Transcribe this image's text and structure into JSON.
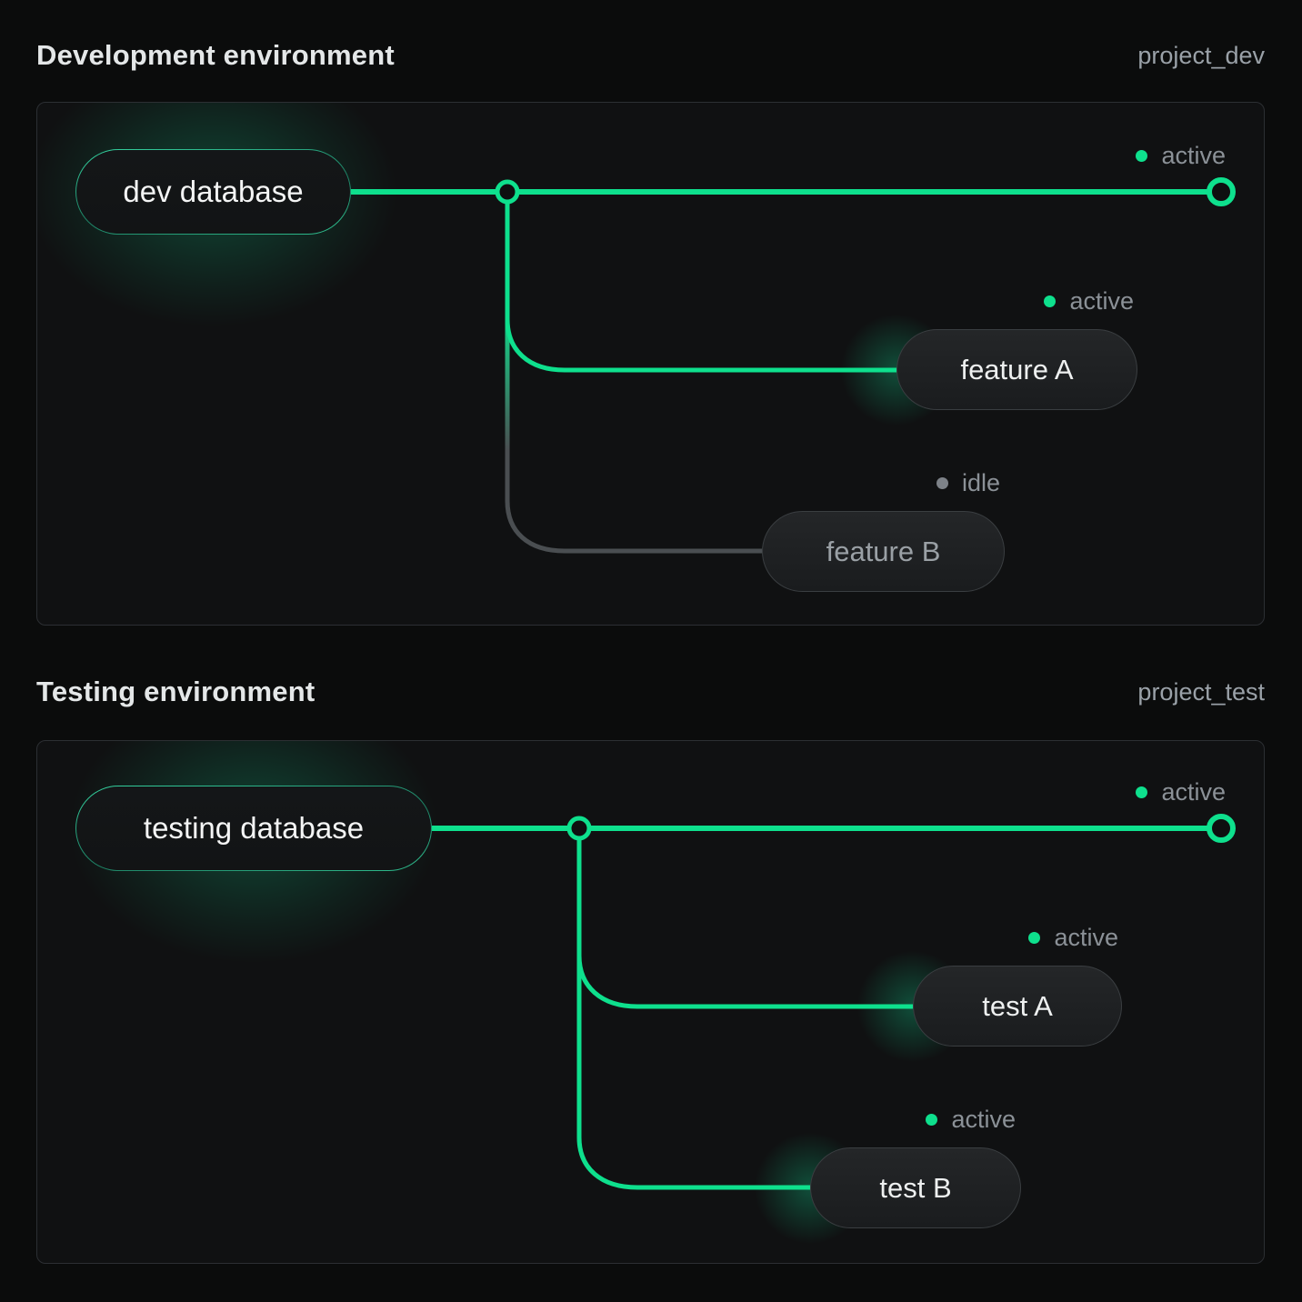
{
  "colors": {
    "accent_green": "#0ee08d",
    "idle_gray": "#4a4e51",
    "panel_border": "#2c2f33",
    "page_background": "#0b0c0c",
    "text_primary": "#e4e7e8",
    "text_muted": "#9aa1a8",
    "status_text": "#8b9197"
  },
  "panels": [
    {
      "title": "Development environment",
      "project": "project_dev",
      "database": {
        "label": "dev database"
      },
      "main_status": "active",
      "branches": [
        {
          "label": "feature A",
          "status": "active"
        },
        {
          "label": "feature B",
          "status": "idle"
        }
      ]
    },
    {
      "title": "Testing environment",
      "project": "project_test",
      "database": {
        "label": "testing database"
      },
      "main_status": "active",
      "branches": [
        {
          "label": "test A",
          "status": "active"
        },
        {
          "label": "test B",
          "status": "active"
        }
      ]
    }
  ]
}
